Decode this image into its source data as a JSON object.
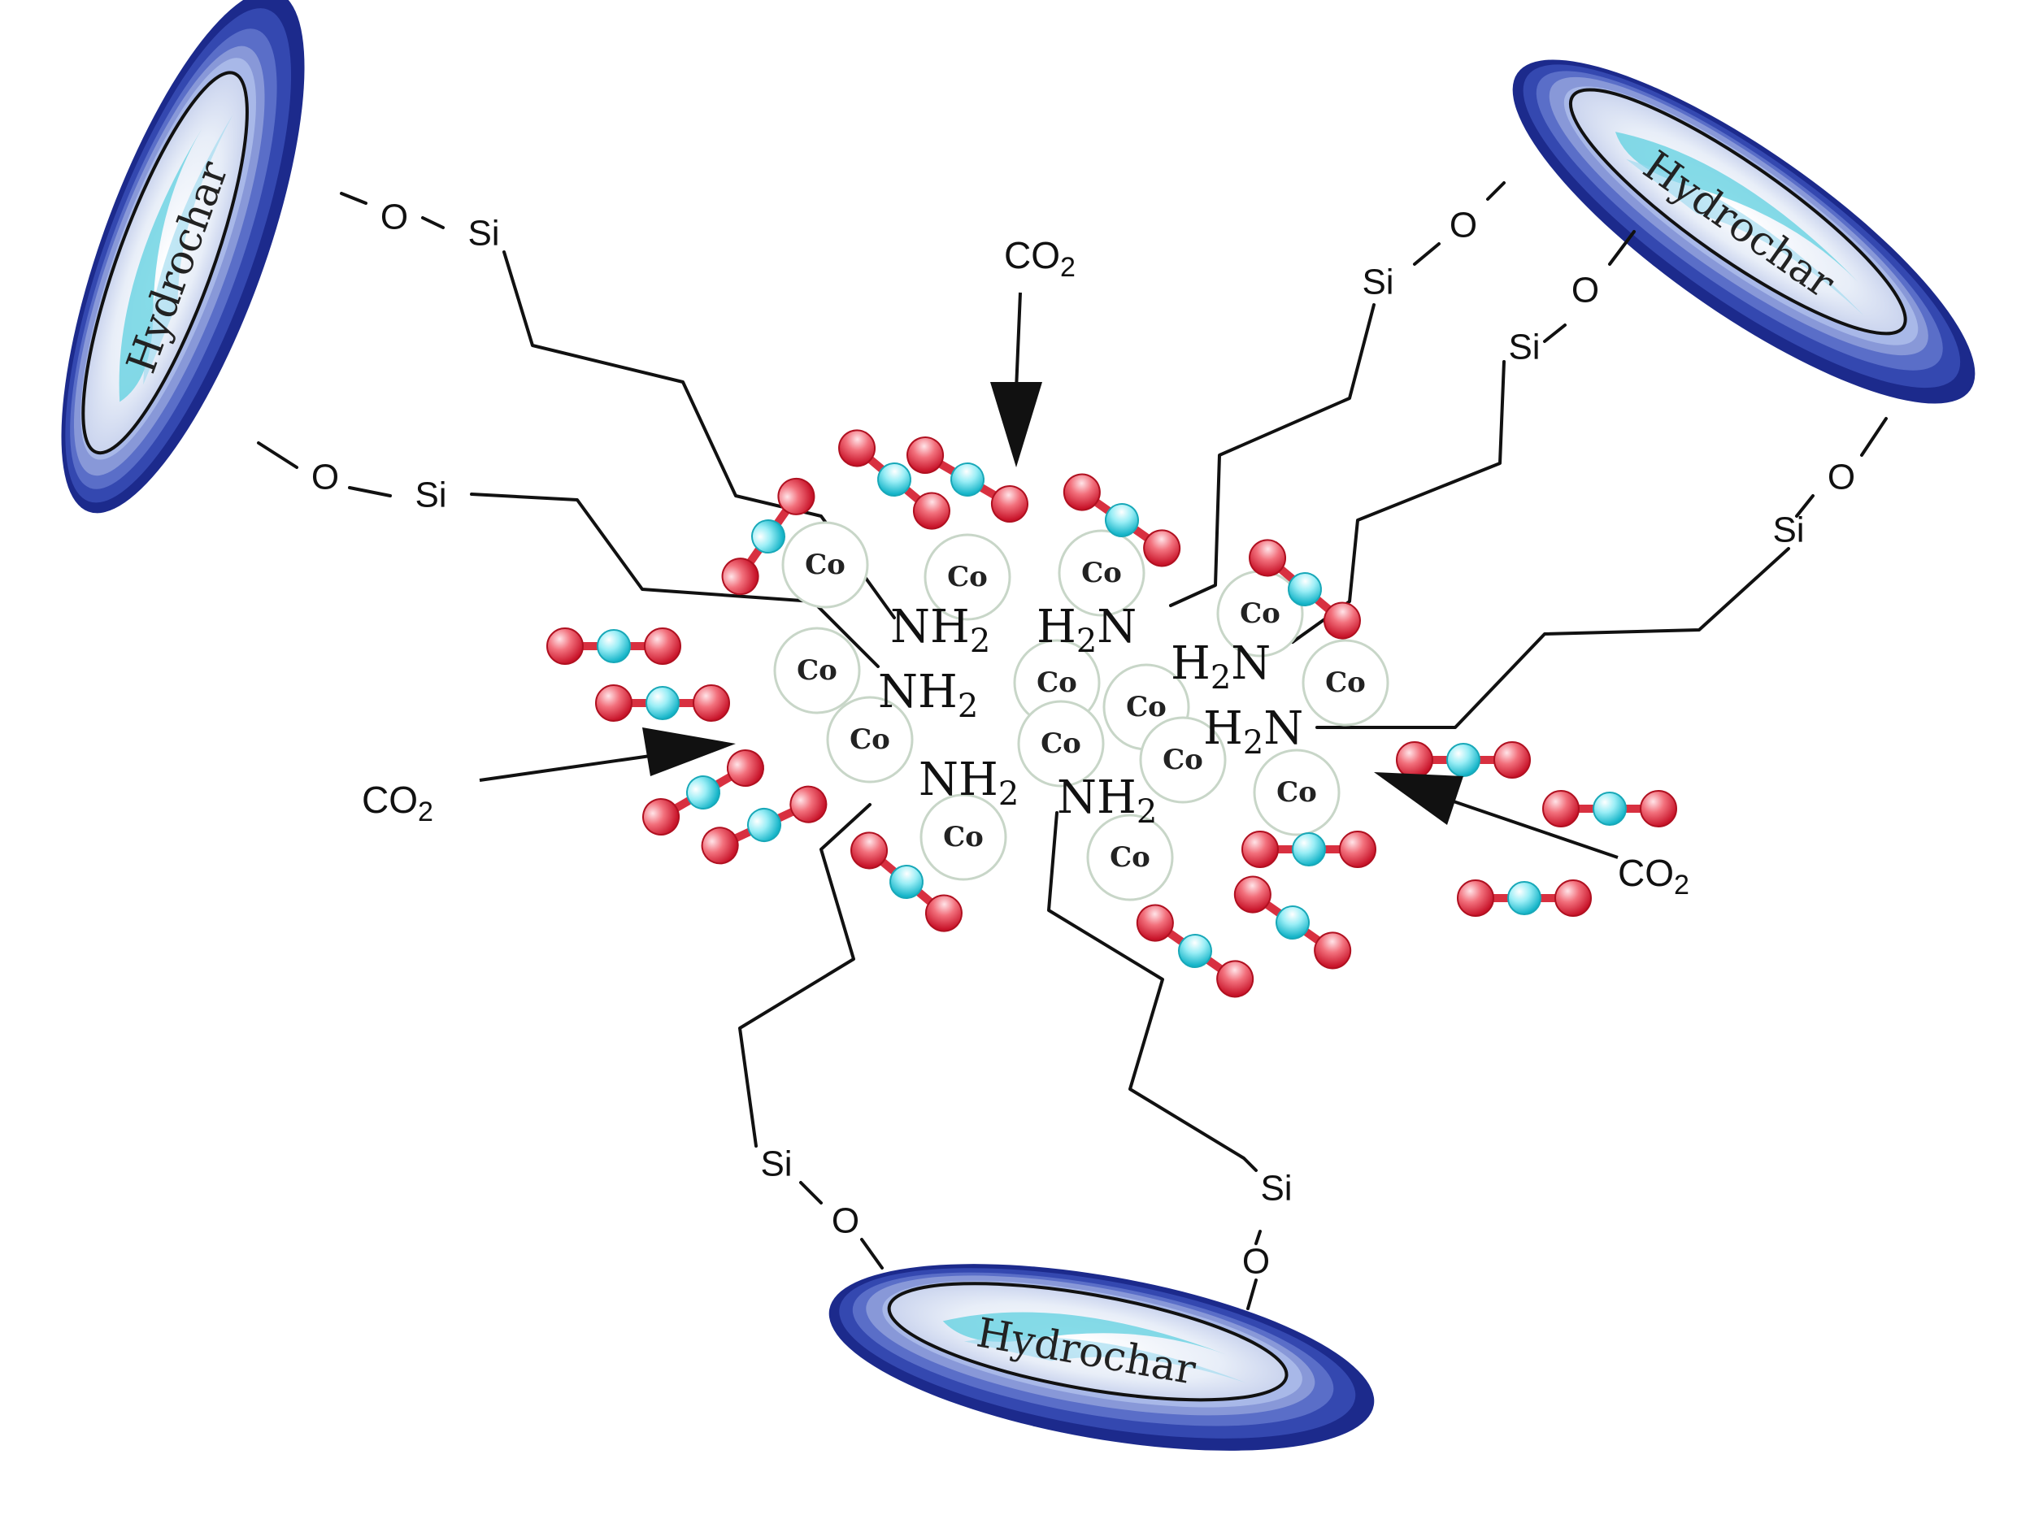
{
  "labels": {
    "hydrochar": "Hydrochar",
    "silicon": "Si",
    "oxygen": "O",
    "cobalt": "Co",
    "amine_nh2_main": "NH",
    "amine_h2n_prefix": "H",
    "amine_h2n_suffix": "N",
    "amine_subscript": "2",
    "co2_main": "CO",
    "co2_subscript": "2"
  },
  "colors": {
    "hydrochar_outer": "#1c2a8c",
    "hydrochar_mid": "#5a6ec8",
    "hydrochar_inner": "#a8b8e8",
    "hydrochar_swirl": "#5fd0e0",
    "co2_oxygen": "#e8344a",
    "co2_carbon": "#4fd8e8",
    "cobalt_outline": "#c8d6c8"
  },
  "icons": {
    "support": "hydrochar-disc",
    "linker": "siloxane-propyl-chain",
    "adsorbate": "co2-molecule",
    "metal": "cobalt-atom",
    "flow": "adsorption-arrow"
  }
}
